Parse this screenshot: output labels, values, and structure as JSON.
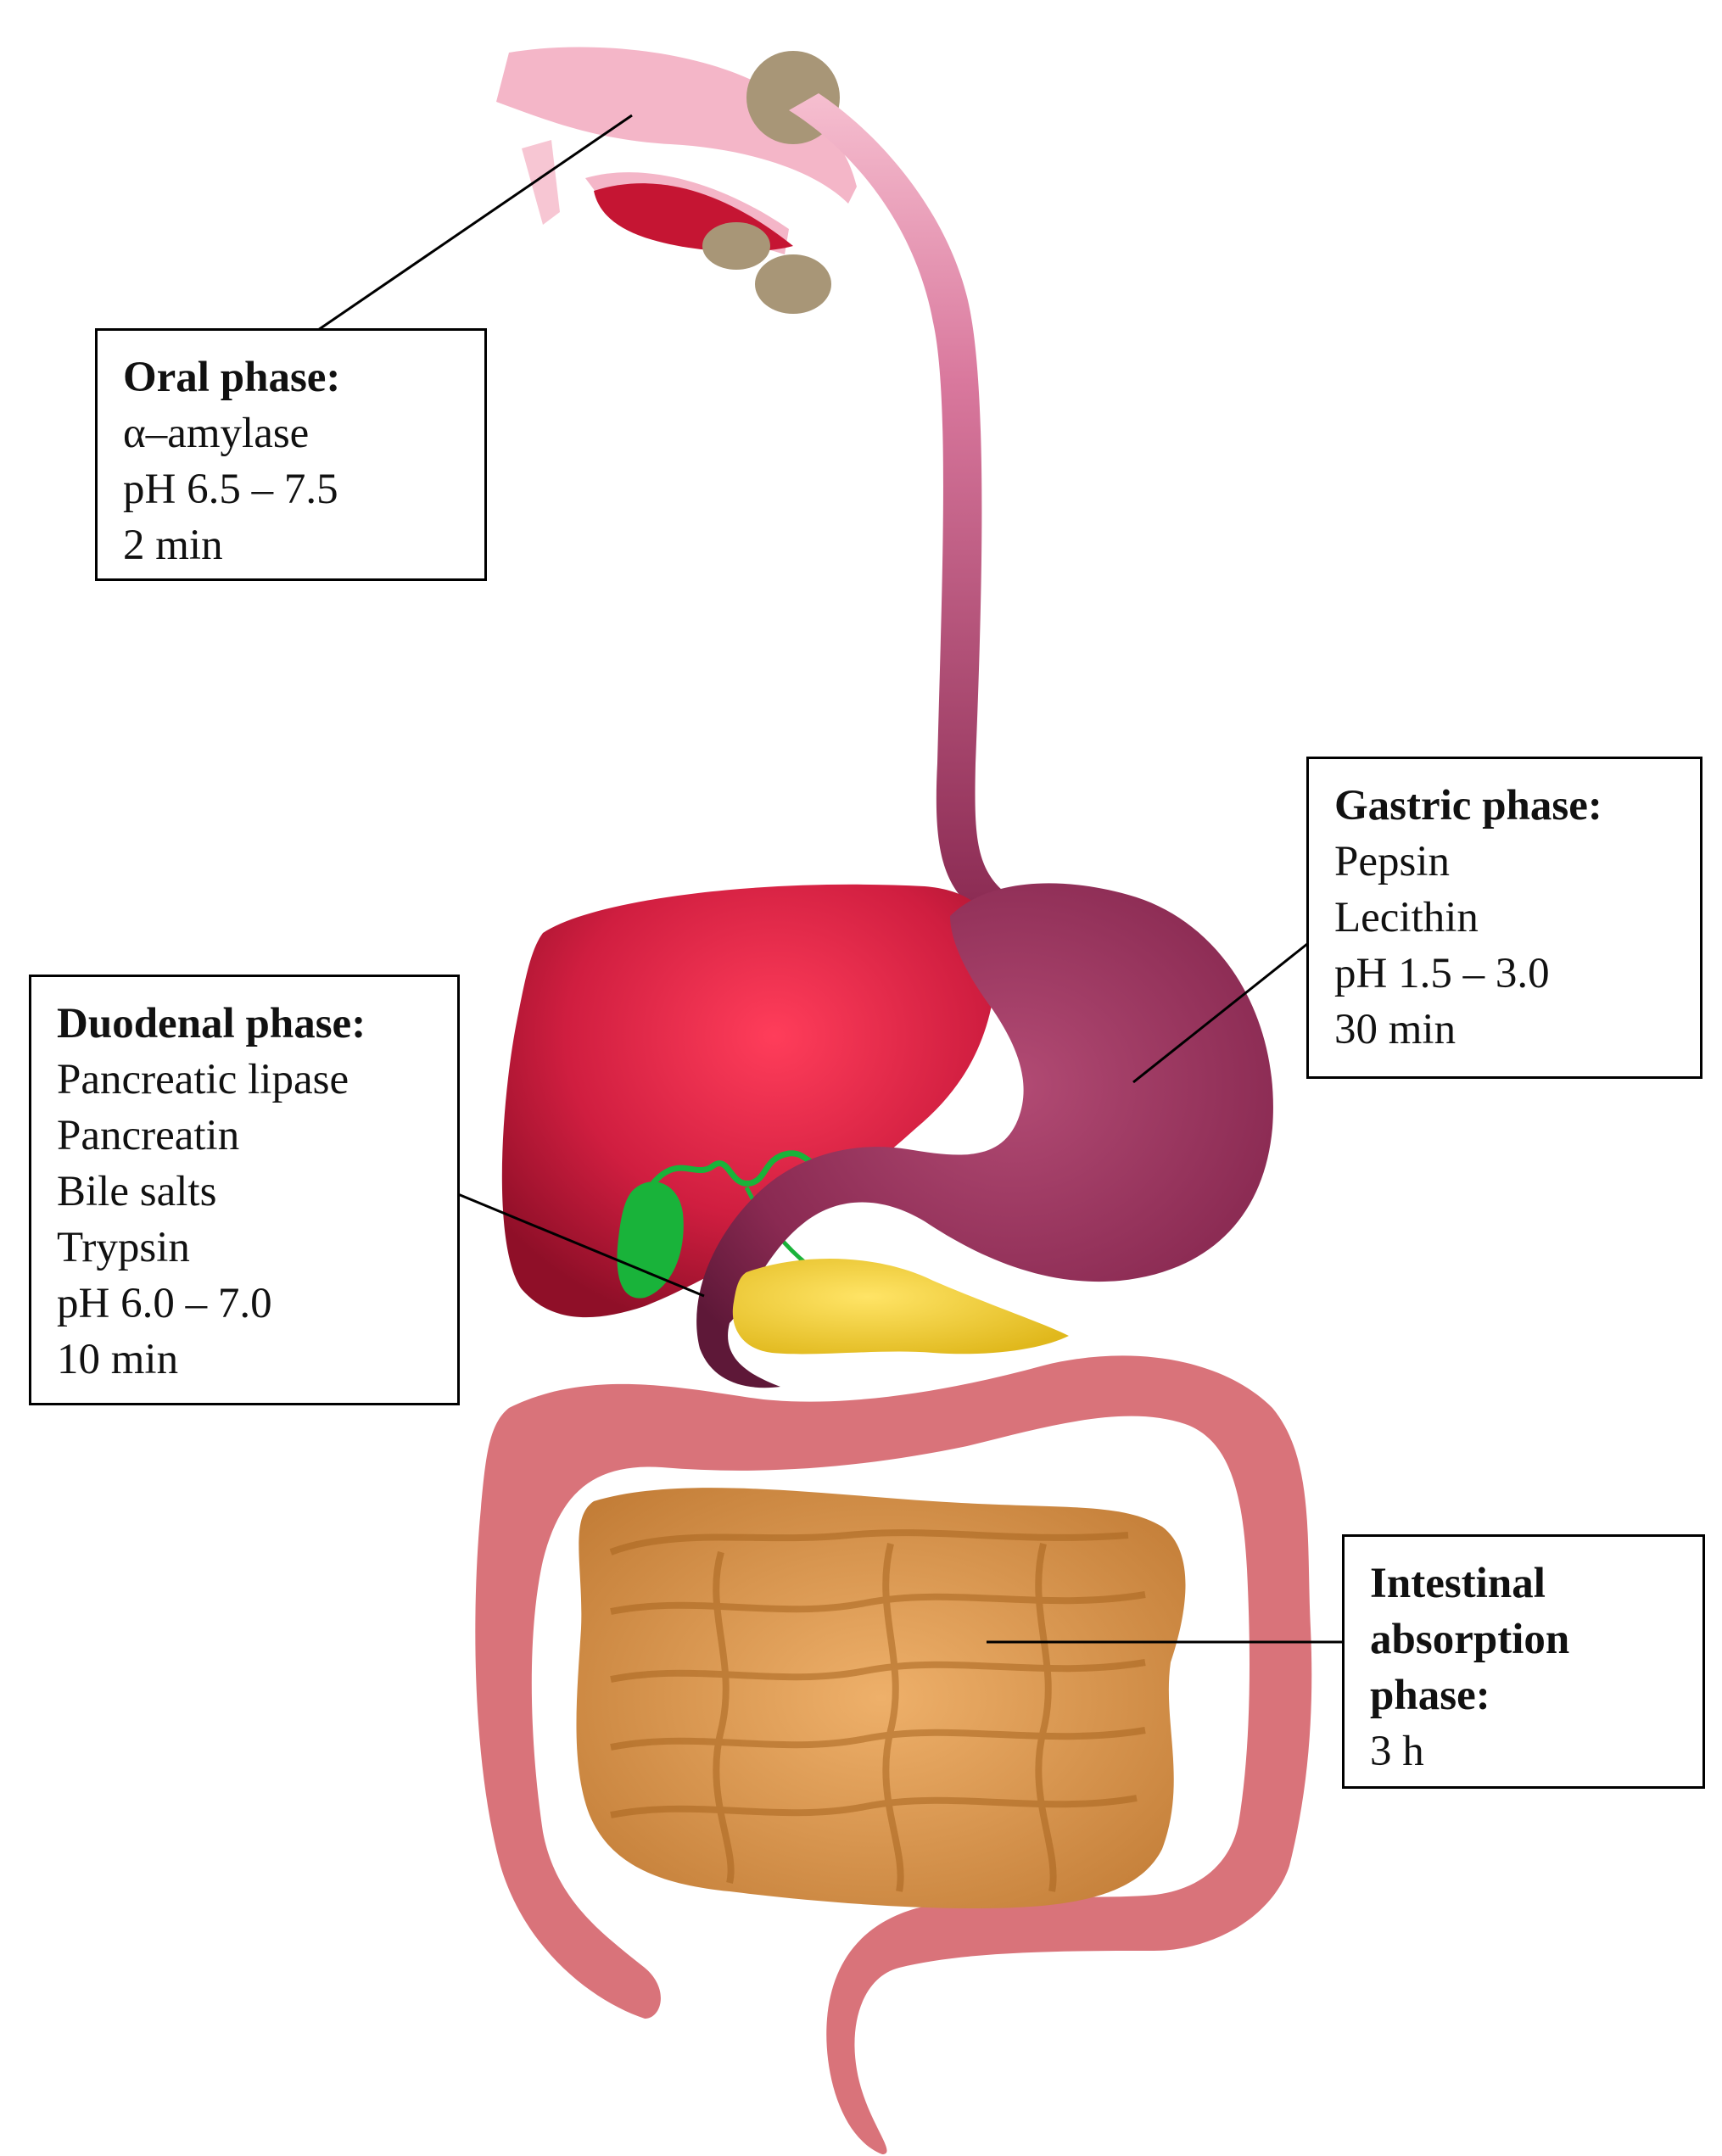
{
  "colors": {
    "mouth": "#f4b6c8",
    "esophagus_top": "#f1a9bf",
    "esophagus_bottom": "#8e2f55",
    "stomach": "#8a2a52",
    "liver": "#c61d3c",
    "gallbladder": "#19b33a",
    "pancreas": "#f3cf2c",
    "small_intestine": "#d9974a",
    "large_intestine": "#d9737a",
    "salivary_gland": "#a89677"
  },
  "callouts": {
    "oral": {
      "title": "Oral phase:",
      "lines": [
        "α–amylase",
        "pH 6.5 – 7.5",
        "2 min"
      ]
    },
    "gastric": {
      "title": "Gastric phase:",
      "lines": [
        "Pepsin",
        "Lecithin",
        "pH 1.5 – 3.0",
        "30 min"
      ]
    },
    "duodenal": {
      "title": "Duodenal phase:",
      "lines": [
        "Pancreatic lipase",
        "Pancreatin",
        "Bile salts",
        "Trypsin",
        "pH 6.0 – 7.0",
        "10 min"
      ]
    },
    "intestinal": {
      "title_lines": [
        "Intestinal",
        "absorption",
        "phase:"
      ],
      "lines": [
        "3 h"
      ]
    }
  }
}
